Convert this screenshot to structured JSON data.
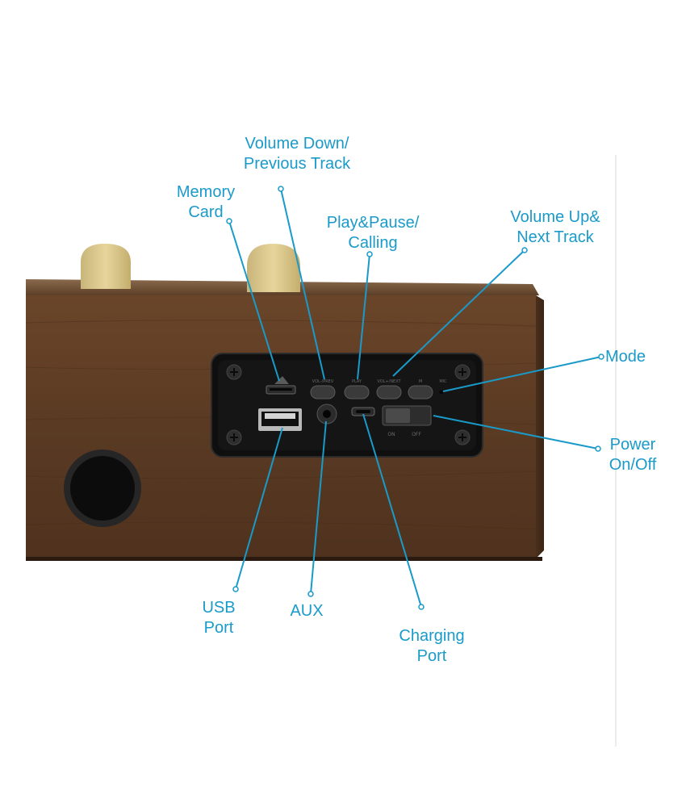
{
  "image": {
    "subject": "wooden speaker rear control panel",
    "accent_color": "#1a9ac9",
    "wood_color": "#5b3a22",
    "panel_color": "#151515",
    "knob_color": "#d9c68a"
  },
  "panel": {
    "button_labels": [
      "VOL-/PREV",
      "PLAY",
      "VOL+/NEXT",
      "M",
      "MIC"
    ],
    "switch_labels": [
      "ON",
      "OFF"
    ]
  },
  "callouts": {
    "volume_down": {
      "line1": "Volume Down/",
      "line2": "Previous Track"
    },
    "memory_card": {
      "line1": "Memory",
      "line2": "Card"
    },
    "play_pause": {
      "line1": "Play&Pause/",
      "line2": "Calling"
    },
    "volume_up": {
      "line1": "Volume Up&",
      "line2": "Next Track"
    },
    "mode": {
      "line1": "Mode"
    },
    "power": {
      "line1": "Power",
      "line2": "On/Off"
    },
    "usb": {
      "line1": "USB",
      "line2": "Port"
    },
    "aux": {
      "line1": "AUX"
    },
    "charging": {
      "line1": "Charging",
      "line2": "Port"
    }
  }
}
